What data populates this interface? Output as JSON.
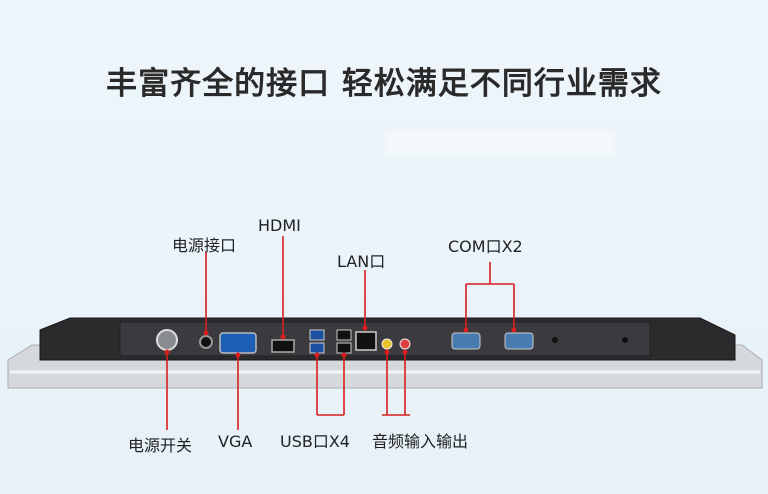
{
  "headline": "丰富齐全的接口  轻松满足不同行业需求",
  "labels": {
    "power_port": "电源接口",
    "hdmi": "HDMI",
    "lan": "LAN口",
    "com": "COM口X2",
    "power_switch": "电源开关",
    "vga": "VGA",
    "usb": "USB口X4",
    "audio": "音频输入输出"
  },
  "colors": {
    "callout": "#d81e1e",
    "text": "#2a2a2a",
    "panel_dark": "#2b2b2e",
    "bezel": "#c9ccd0"
  }
}
